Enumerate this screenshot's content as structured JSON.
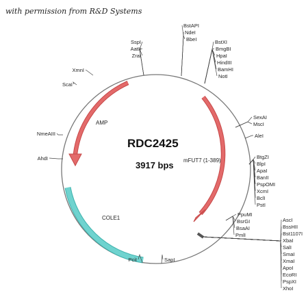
{
  "credit": "with permission from R&D Systems",
  "plasmid": {
    "name": "RDC2425",
    "size": "3917 bps",
    "colors": {
      "backbone": "#777777",
      "arrow": "#e36a6a",
      "arrow_edge": "#c64848",
      "origin": "#6fd3cf",
      "origin_edge": "#3eb2ad"
    }
  },
  "features": [
    {
      "name": "AMP",
      "type": "arrow"
    },
    {
      "name": "mFUT7 (1-389)",
      "type": "arrow"
    },
    {
      "name": "COLE1",
      "type": "origin"
    }
  ],
  "sites": [
    "BstAPI",
    "NdeI",
    "BbeI",
    "BstXI",
    "BmgBI",
    "HpaI",
    "HindIII",
    "BamHI",
    "NotI",
    "SexAI",
    "MscI",
    "AleI",
    "BtgZI",
    "BlpI",
    "ApaI",
    "BanII",
    "PspOMI",
    "XcmI",
    "BclI",
    "PstI",
    "PpuMI",
    "BsrGI",
    "BsaAI",
    "PmlI",
    "AscI",
    "BssHII",
    "Bst1107I",
    "XbaI",
    "SalI",
    "SmaI",
    "XmaI",
    "ApoI",
    "EcoRI",
    "PspXI",
    "XhoI",
    "SapI",
    "PciI",
    "AhdI",
    "NmeAIII",
    "ScaI",
    "XmnI",
    "SspI",
    "AatII",
    "ZraI"
  ]
}
